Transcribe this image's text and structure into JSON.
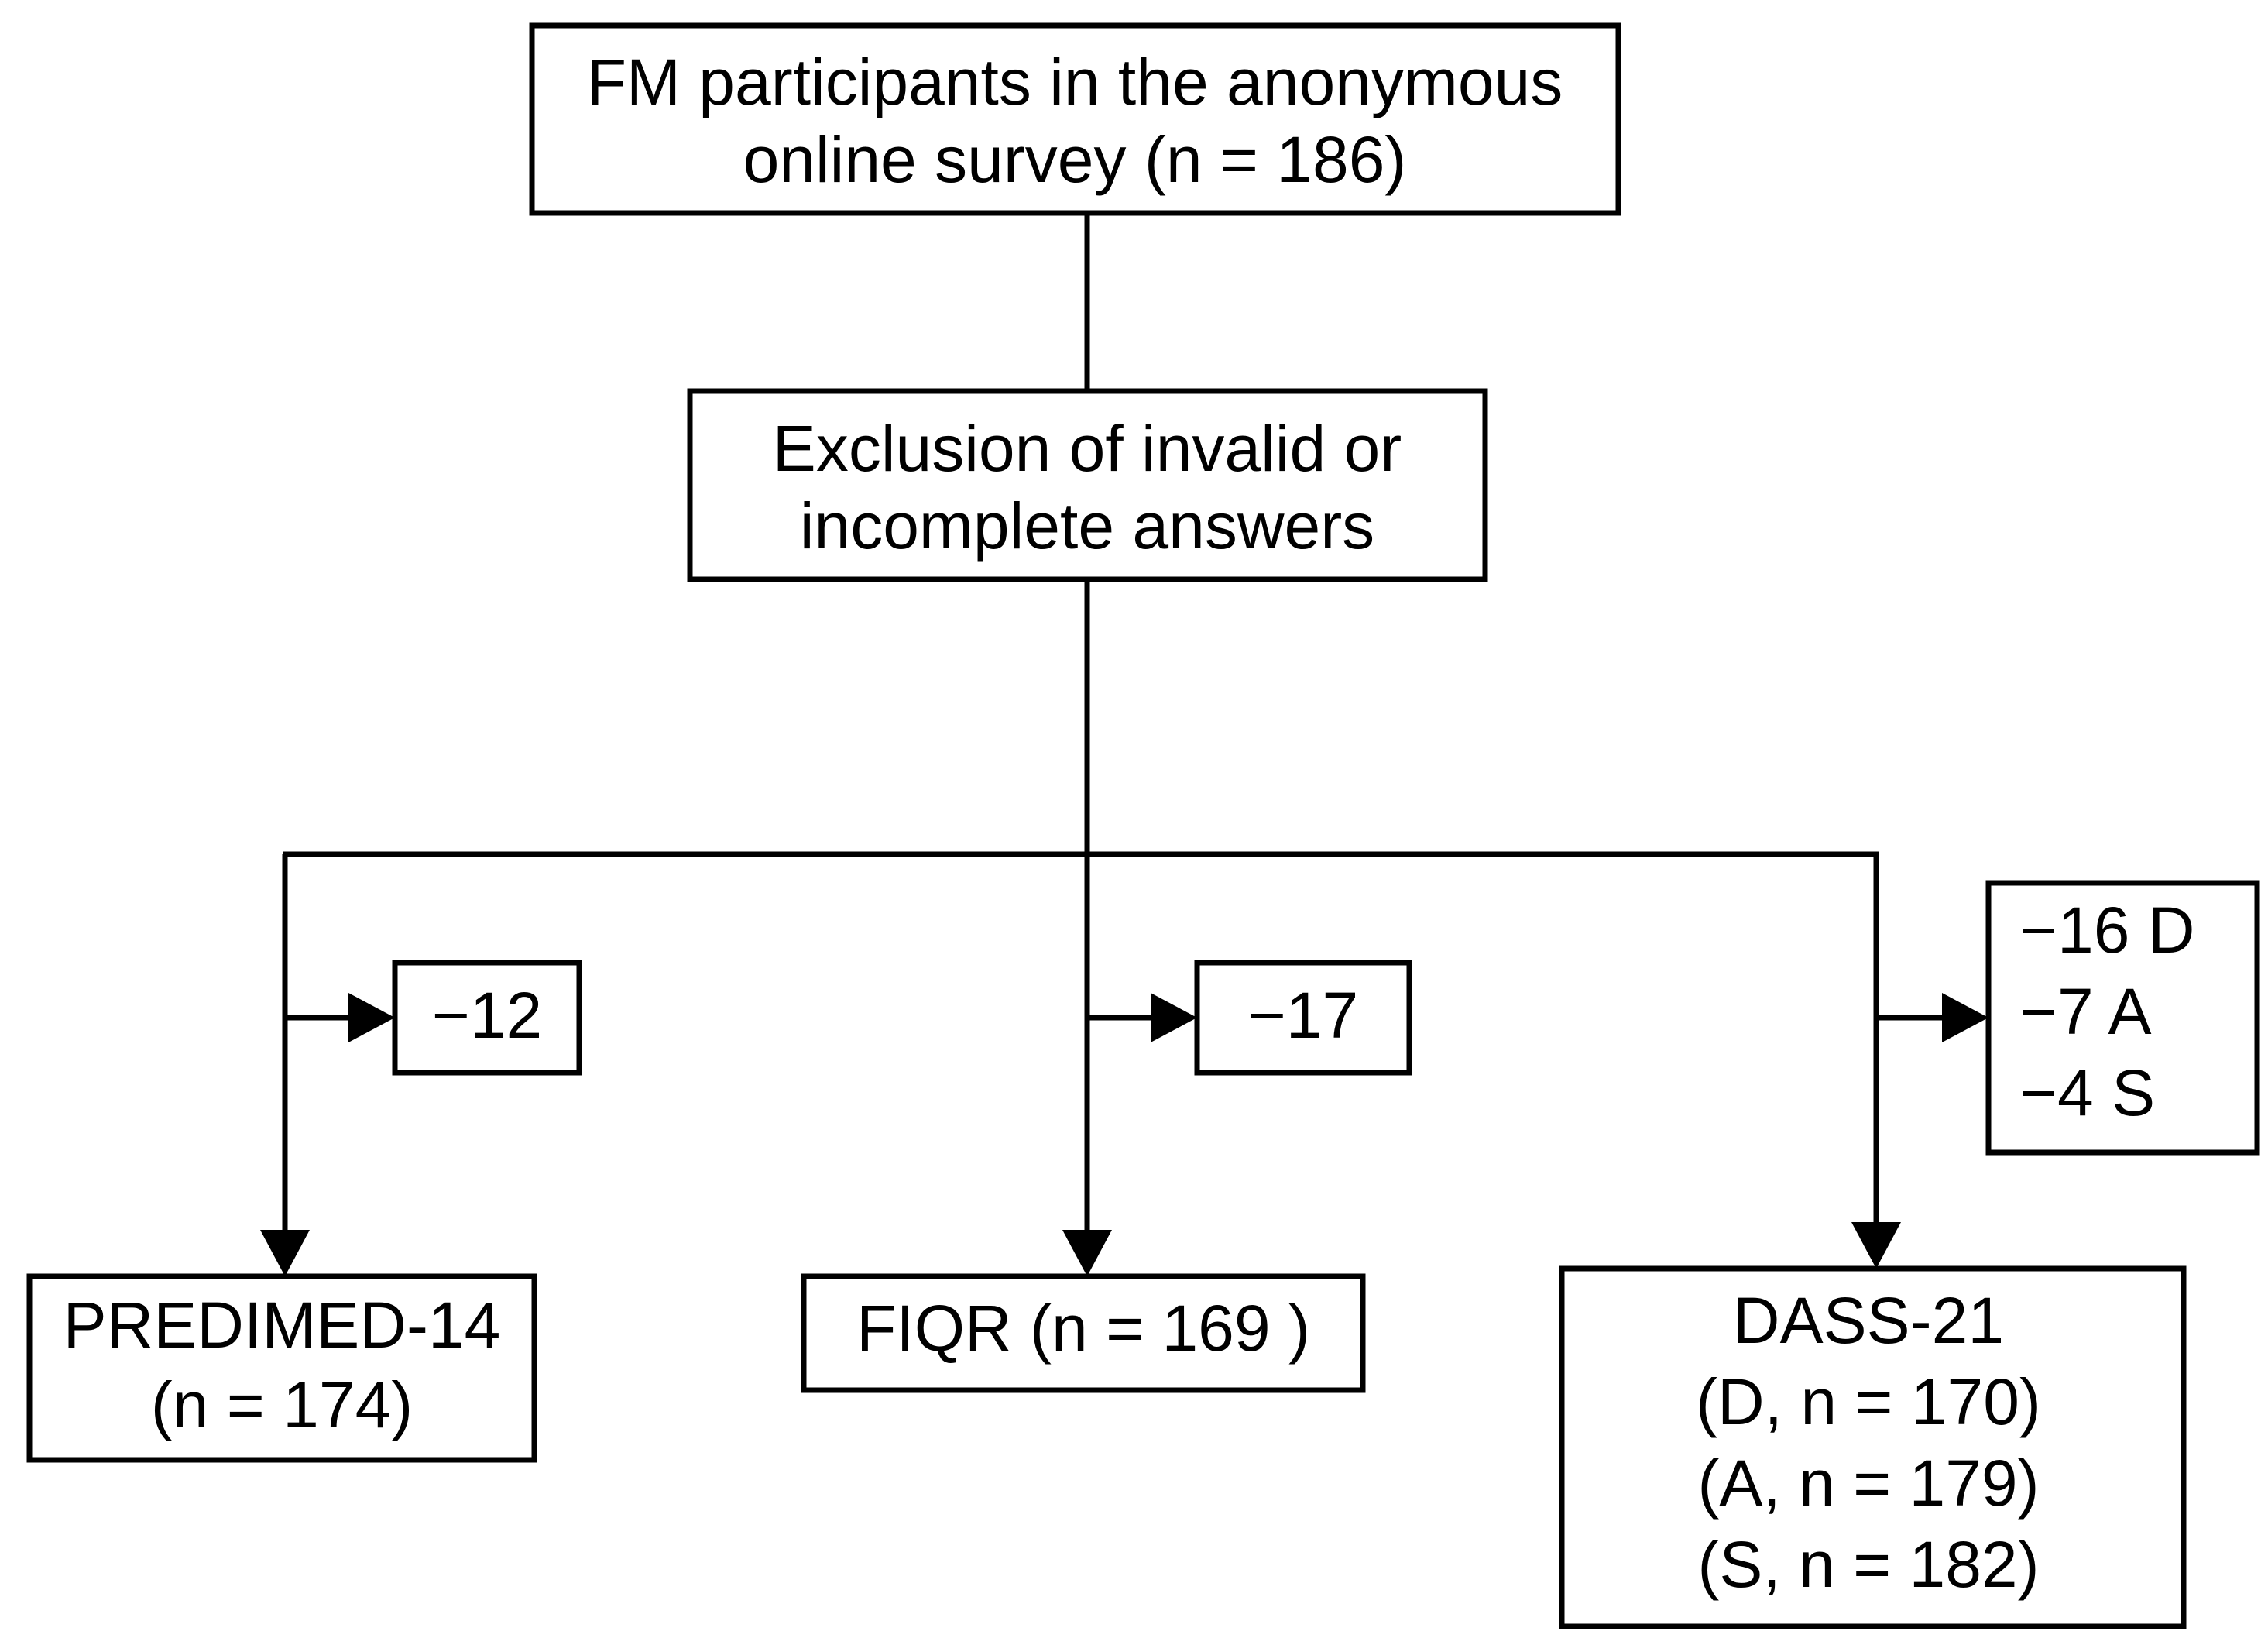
{
  "diagram": {
    "type": "flowchart",
    "title_present": false,
    "background_color": "#ffffff",
    "line_color": "#000000",
    "text_color": "#000000",
    "nodes": {
      "source": {
        "lines": [
          "FM participants in the anonymous",
          "online survey (n = 186)"
        ],
        "n": 186
      },
      "exclusion_step": {
        "lines": [
          "Exclusion of invalid or",
          "incomplete answers"
        ]
      },
      "excluded_predimed": {
        "lines": [
          "−12"
        ],
        "count": 12
      },
      "excluded_fiqr": {
        "lines": [
          "−17"
        ],
        "count": 17
      },
      "excluded_dass": {
        "lines": [
          "−16 D",
          "−7 A",
          "−4 S"
        ],
        "depression": 16,
        "anxiety": 7,
        "stress": 4
      },
      "outcome_predimed": {
        "lines": [
          "PREDIMED-14",
          "(n = 174)"
        ],
        "n": 174
      },
      "outcome_fiqr": {
        "lines": [
          "FIQR (n = 169 )"
        ],
        "n": 169
      },
      "outcome_dass": {
        "lines": [
          "DASS-21",
          "(D, n = 170)",
          "(A, n = 179)",
          "(S, n = 182)"
        ],
        "n_depression": 170,
        "n_anxiety": 179,
        "n_stress": 182
      }
    }
  }
}
